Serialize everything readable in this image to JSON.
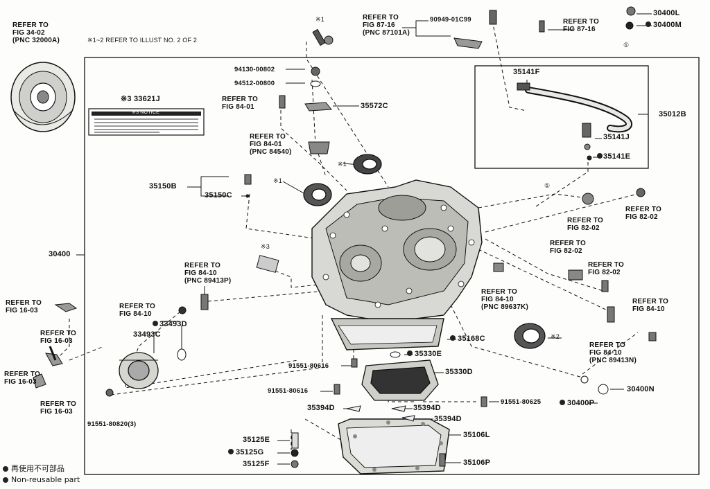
{
  "header": {
    "note": "※1~2 REFER TO ILLUST NO. 2 OF 2"
  },
  "refs": {
    "fig_34_02": "REFER TO\nFIG 34-02\n(PNC 32000A)",
    "fig_87_16_top": "REFER TO\nFIG 87-16\n(PNC 87101A)",
    "fig_87_16_right": "REFER TO\nFIG 87-16",
    "fig_84_01_a": "REFER TO\nFIG 84-01",
    "fig_84_01_b": "REFER TO\nFIG 84-01\n(PNC 84540)",
    "fig_82_02_a": "REFER TO\nFIG 82-02",
    "fig_82_02_b": "REFER TO\nFIG 82-02",
    "fig_82_02_c": "REFER TO\nFIG 82-02",
    "fig_82_02_d": "REFER TO\nFIG 82-02",
    "fig_84_10_a": "REFER TO\nFIG 84-10\n(PNC 89413P)",
    "fig_84_10_b": "REFER TO\nFIG 84-10",
    "fig_84_10_c": "REFER TO\nFIG 84-10\n(PNC 89637K)",
    "fig_84_10_d": "REFER TO\nFIG 84-10",
    "fig_84_10_e": "REFER TO\nFIG 84-10\n(PNC 89413N)",
    "fig_16_03_a": "REFER TO\nFIG 16-03",
    "fig_16_03_b": "REFER TO\nFIG 16-03",
    "fig_16_03_c": "REFER TO\nFIG 16-03",
    "fig_16_03_d": "REFER TO\nFIG 16-03"
  },
  "parts": {
    "p90949": "90949-01C99",
    "p30400L": "30400L",
    "p30400M": "30400M",
    "p94130": "94130-00802",
    "p94512": "94512-00800",
    "p35572C": "35572C",
    "p33621J": "※3 33621J",
    "notice": "※3 NOTICE",
    "p35141F": "35141F",
    "p35012B": "35012B",
    "p35141J": "35141J",
    "p35141E": "35141E",
    "p35150B": "35150B",
    "p35150C": "35150C",
    "p30400": "30400",
    "p33493D": "33493D",
    "p33493C": "33493C",
    "p35168C": "35168C",
    "p35330E": "35330E",
    "p91551_80616a": "91551-80616",
    "p35330D": "35330D",
    "p91551_80616b": "91551-80616",
    "p91551_80625": "91551-80625",
    "p91551_80820": "91551-80820(3)",
    "p30400N": "30400N",
    "p30400P": "30400P",
    "p35394D_a": "35394D",
    "p35394D_b": "35394D",
    "p35394D_c": "35394D",
    "p35106L": "35106L",
    "p35106P": "35106P",
    "p35125E": "35125E",
    "p35125G": "35125G",
    "p35125F": "35125F",
    "mark1_a": "※1",
    "mark1_b": "※1",
    "mark1_c": "※1",
    "mark2": "※2",
    "mark3": "※3",
    "circle1_a": "①",
    "circle1_b": "①"
  },
  "legend": {
    "line1": "再使用不可部品",
    "line2": "Non-reusable part"
  }
}
